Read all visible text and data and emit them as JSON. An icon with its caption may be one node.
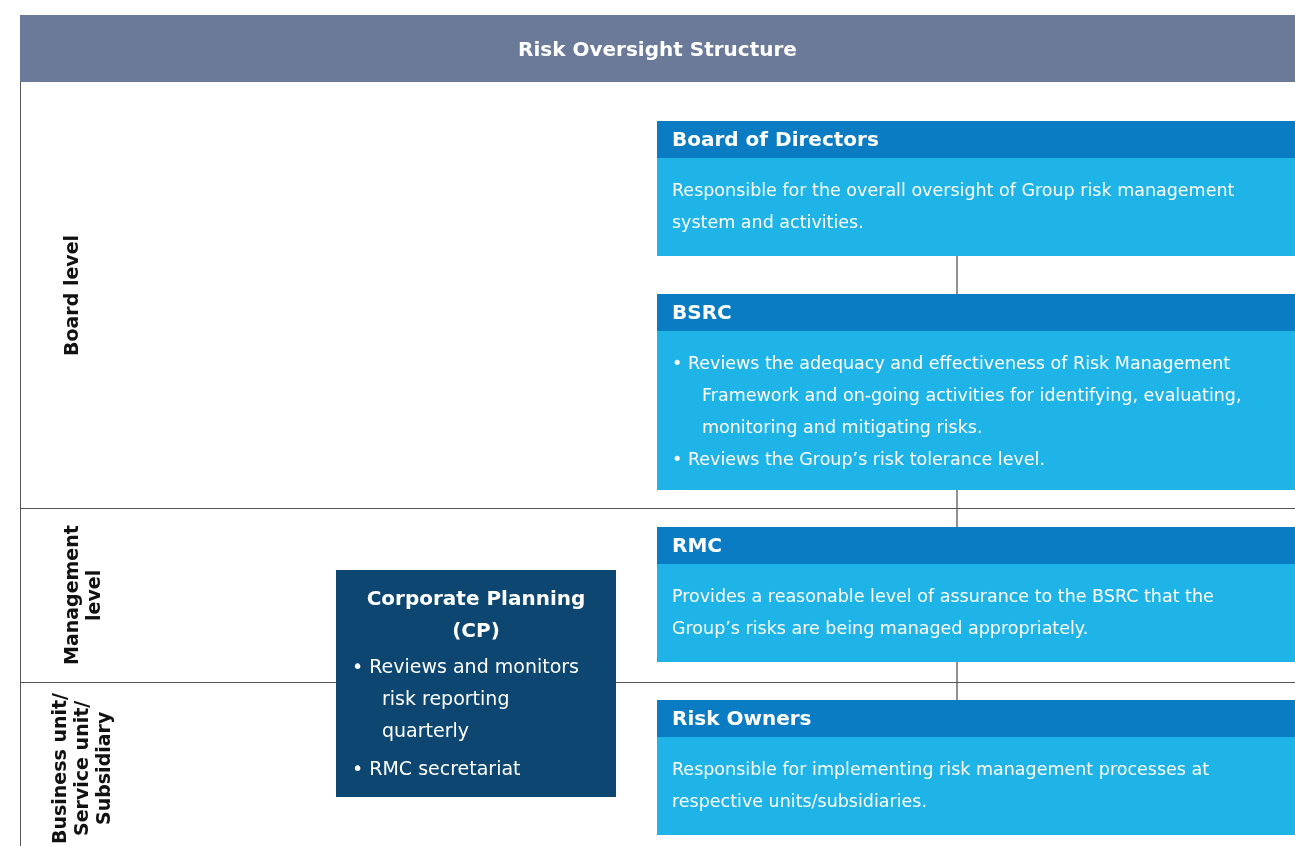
{
  "diagram": {
    "title": "Risk Oversight Structure",
    "nodes": [
      {
        "text": [
          "Board level"
        ]
      },
      {
        "text": [
          "Board of Directors",
          "Responsible for the overall oversight of Group risk management system and activities."
        ],
        "in": 0
      },
      {
        "text": [
          "BSRC",
          "• Reviews the adequacy and effectiveness of Risk Management Framework and on-going activities for identifying, evaluating, monitoring and mitigating risks.",
          "• Reviews the Group’s risk tolerance level."
        ],
        "in": 0
      },
      {
        "text": [
          "Management level"
        ]
      },
      {
        "text": [
          "Corporate Planning (CP)",
          "• Reviews and monitors risk reporting quarterly",
          "• RMC secretariat"
        ]
      },
      {
        "text": [
          "RMC",
          "Provides a reasonable level of assurance to the BSRC that the Group’s risks are being managed appropriately."
        ],
        "in": 3
      },
      {
        "text": [
          "Business unit/ Service unit/ Subsidiary"
        ]
      },
      {
        "text": [
          "Risk Owners",
          "Responsible for implementing risk management processes at respective units/subsidiaries."
        ],
        "in": 6
      }
    ],
    "edges": [
      {
        "from": 1,
        "to": 2,
        "arrow": "none"
      },
      {
        "from": 2,
        "to": 5,
        "arrow": "none"
      },
      {
        "from": 5,
        "to": 7,
        "arrow": "none"
      }
    ]
  }
}
